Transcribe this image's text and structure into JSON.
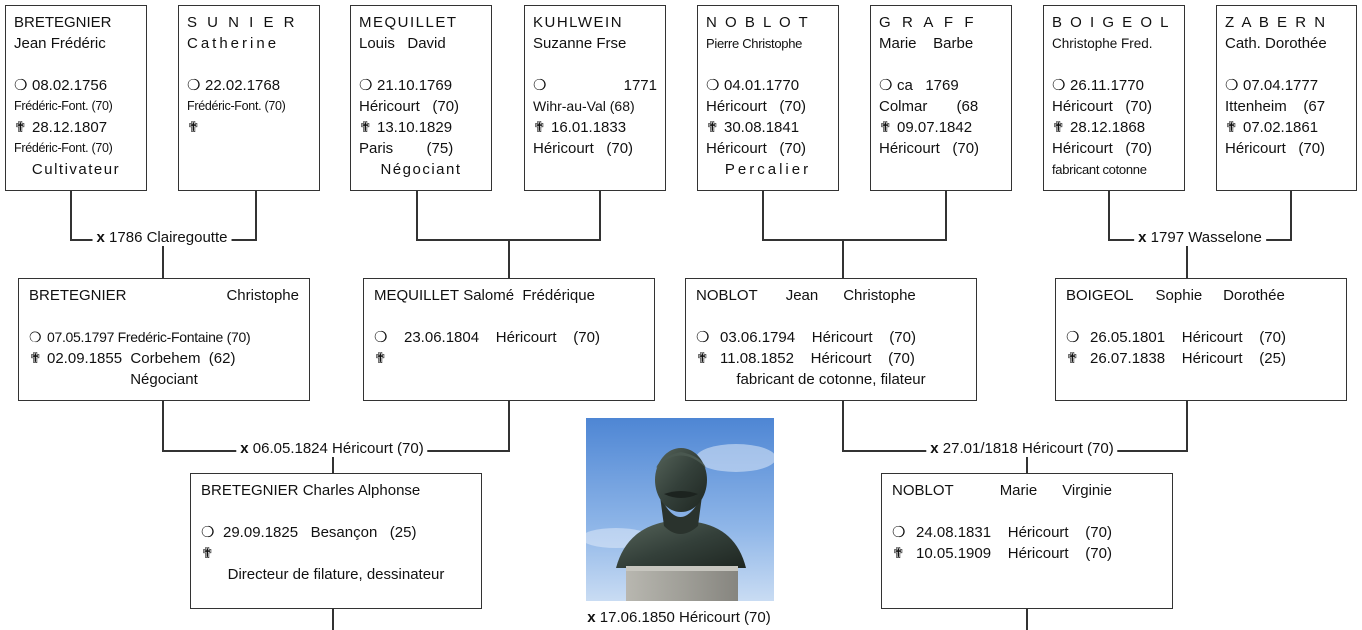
{
  "gen1": [
    {
      "surname": "BRETEGNIER",
      "given": "Jean  Frédéric",
      "birth": "08.02.1756",
      "birth_place": "Frédéric-Font. (70)",
      "death": "28.12.1807",
      "death_place": "Frédéric-Font. (70)",
      "occupation": "Cultivateur"
    },
    {
      "surname": "S U N I E R",
      "given": "Catherine",
      "birth": "22.02.1768",
      "birth_place": "Frédéric-Font. (70)",
      "death": "",
      "death_place": "",
      "occupation": ""
    },
    {
      "surname": "MEQUILLET",
      "given": "Louis   David",
      "birth": "21.10.1769",
      "birth_place": "Héricourt   (70)",
      "death": "13.10.1829",
      "death_place": "Paris        (75)",
      "occupation": "Négociant"
    },
    {
      "surname": "KUHLWEIN",
      "given": "Suzanne Frse",
      "birth": "1771",
      "birth_place": "Wihr-au-Val (68)",
      "death": "16.01.1833",
      "death_place": "Héricourt   (70)",
      "occupation": ""
    },
    {
      "surname": "N O B L O T",
      "given": "Pierre Christophe",
      "birth": "04.01.1770",
      "birth_place": "Héricourt   (70)",
      "death": "30.08.1841",
      "death_place": "Héricourt   (70)",
      "occupation": "Percalier"
    },
    {
      "surname": "G  R  A  F  F",
      "given": "Marie    Barbe",
      "birth": "ca   1769",
      "birth_place": "Colmar       (68",
      "death": "09.07.1842",
      "death_place": "Héricourt   (70)",
      "occupation": ""
    },
    {
      "surname": "B O I G E O L",
      "given": "Christophe Fred.",
      "birth": "26.11.1770",
      "birth_place": "Héricourt   (70)",
      "death": "28.12.1868",
      "death_place": "Héricourt   (70)",
      "occupation": "fabricant cotonne"
    },
    {
      "surname": "Z A B E R N",
      "given": "Cath. Dorothée",
      "birth": "07.04.1777",
      "birth_place": "Ittenheim    (67",
      "death": "07.02.1861",
      "death_place": "Héricourt   (70)",
      "occupation": ""
    }
  ],
  "gen1_marriages": [
    {
      "prefix": "x",
      "text": "1786 Clairegoutte"
    },
    {
      "prefix": "x",
      "text": "1797 Wasselone"
    }
  ],
  "gen2": [
    {
      "surname": "BRETEGNIER",
      "given": "Christophe",
      "birth_line": "07.05.1797 Fredéric-Fontaine (70)",
      "death_line": "02.09.1855  Corbehem  (62)",
      "occupation": "Négociant"
    },
    {
      "surname": "MEQUILLET",
      "given": "Salomé  Frédérique",
      "birth_line": "23.06.1804    Héricourt    (70)",
      "death_line": "",
      "occupation": ""
    },
    {
      "surname": "NOBLOT",
      "given": "Jean      Christophe",
      "birth_line": "03.06.1794    Héricourt    (70)",
      "death_line": "11.08.1852    Héricourt    (70)",
      "occupation": "fabricant de cotonne, filateur"
    },
    {
      "surname": "BOIGEOL",
      "given": "Sophie     Dorothée",
      "birth_line": "26.05.1801    Héricourt    (70)",
      "death_line": "26.07.1838    Héricourt    (25)",
      "occupation": ""
    }
  ],
  "gen2_marriages": [
    {
      "prefix": "x",
      "text": "06.05.1824 Héricourt (70)"
    },
    {
      "prefix": "x",
      "text": "27.01/1818 Héricourt (70)"
    }
  ],
  "gen3": [
    {
      "surname": "BRETEGNIER",
      "given": "Charles Alphonse",
      "birth_line": "29.09.1825   Besançon   (25)",
      "death_line": "",
      "occupation": "Directeur de filature, dessinateur"
    },
    {
      "surname": "NOBLOT",
      "given": "Marie      Virginie",
      "birth_line": "24.08.1831    Héricourt    (70)",
      "death_line": "10.05.1909    Héricourt    (70)",
      "occupation": ""
    }
  ],
  "final_marriage": {
    "prefix": "x",
    "text": "17.06.1850 Héricourt (70)"
  },
  "symbols": {
    "birth": "❍",
    "death": "✟"
  },
  "colors": {
    "line": "#333333",
    "sky": "#5b8fd6",
    "bronze": "#3d4a3f",
    "stone": "#9a9a95"
  }
}
